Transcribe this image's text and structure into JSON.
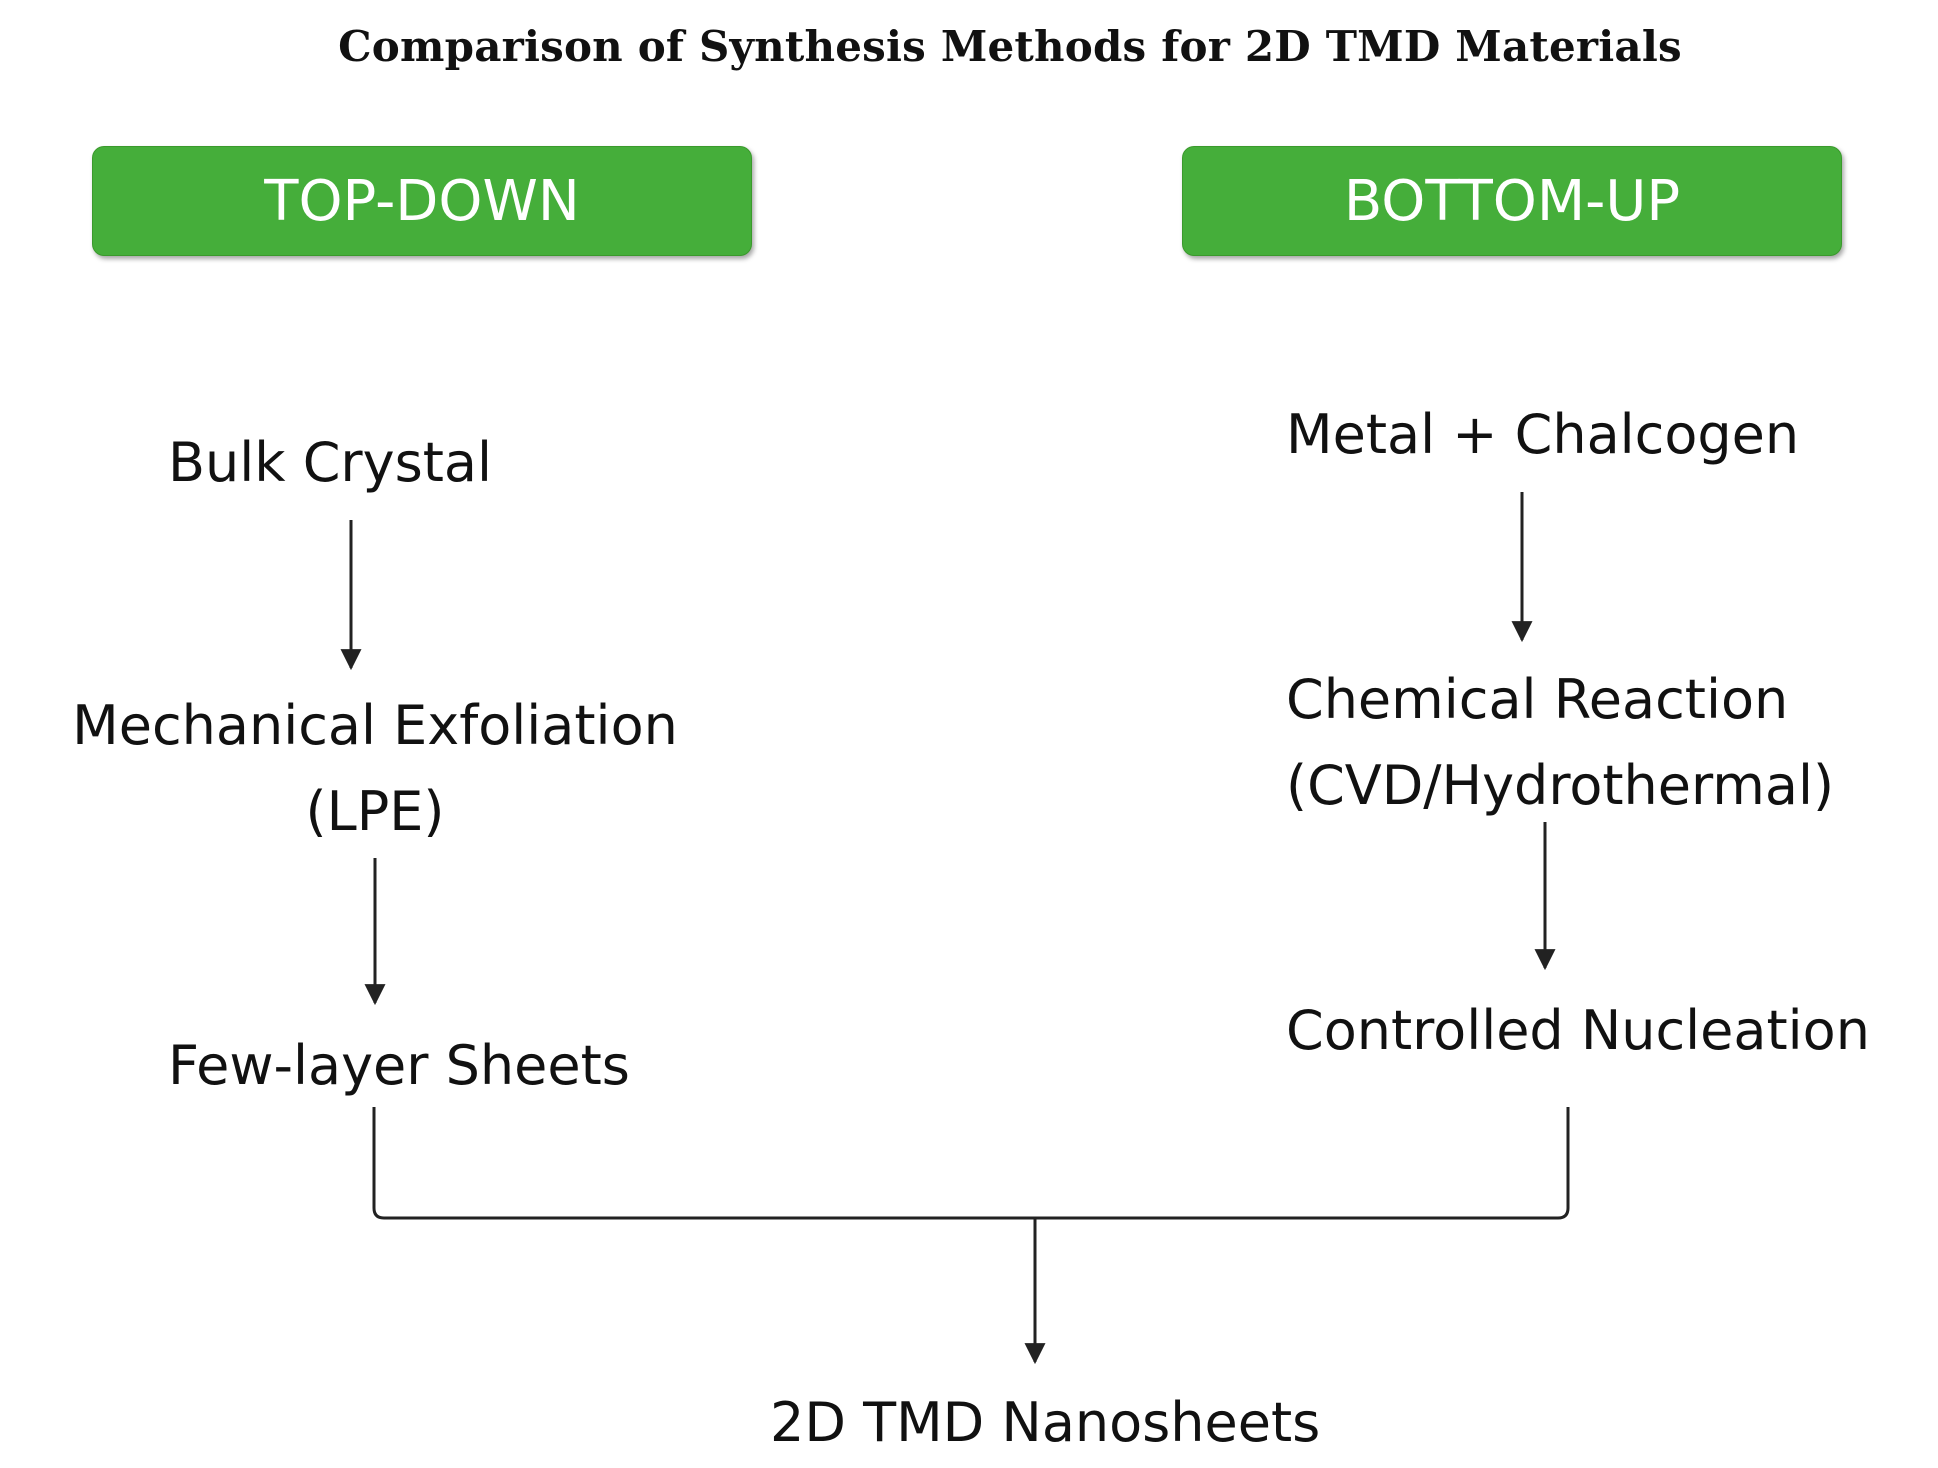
{
  "title": "Comparison of Synthesis Methods for 2D TMD Materials",
  "colors": {
    "header_fill": "#45ae3a",
    "header_text": "#ffffff",
    "line": "#222222"
  },
  "top_down": {
    "header": "TOP-DOWN",
    "steps": {
      "bulk": "Bulk Crystal",
      "exfoliation_line1": "Mechanical Exfoliation",
      "exfoliation_line2": "(LPE)",
      "sheets": "Few-layer Sheets"
    }
  },
  "bottom_up": {
    "header": "BOTTOM-UP",
    "steps": {
      "precursors": "Metal + Chalcogen",
      "reaction_line1": "Chemical Reaction",
      "reaction_line2": "(CVD/Hydrothermal)",
      "nucleation": "Controlled Nucleation"
    }
  },
  "result": "2D TMD Nanosheets"
}
